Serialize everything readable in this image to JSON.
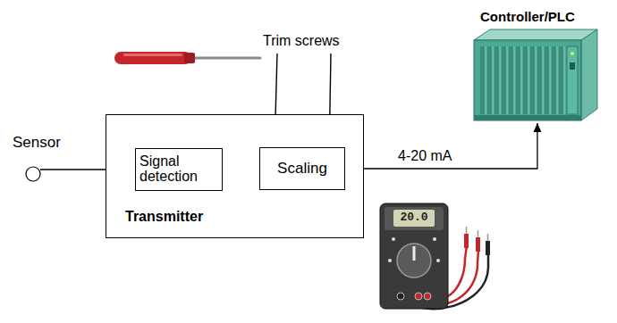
{
  "diagram": {
    "nodes": [
      {
        "text": [
          "Sensor"
        ]
      },
      {
        "text": [
          "Transmitter"
        ]
      },
      {
        "text": [
          "Signal detection"
        ],
        "in": 1
      },
      {
        "text": [
          "Scaling"
        ],
        "in": 1
      },
      {
        "text": [
          "Controller/PLC"
        ]
      }
    ],
    "edges": [
      {
        "from": 0,
        "to": 2,
        "arrow": "none"
      },
      {
        "from": 2,
        "to": 3,
        "arrow": "none"
      },
      {
        "from": 3,
        "to": 4,
        "label": "4-20 mA",
        "arrow": "to"
      }
    ],
    "labels": [
      "Trim screws",
      "20.0"
    ]
  }
}
